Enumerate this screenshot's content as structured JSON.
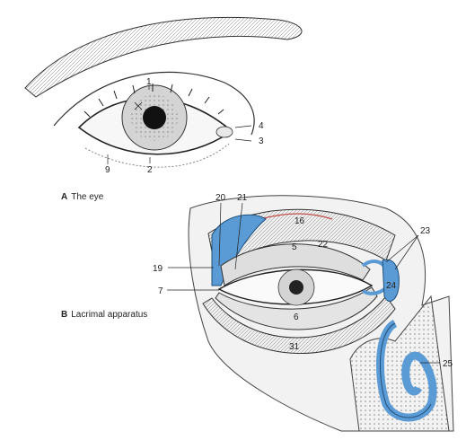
{
  "panel_a": {
    "letter": "A",
    "caption": "The eye",
    "labels": {
      "l1": "1",
      "l2": "2",
      "l3": "3",
      "l4": "4",
      "l9": "9"
    }
  },
  "panel_b": {
    "letter": "B",
    "caption": "Lacrimal apparatus",
    "labels": {
      "l5": "5",
      "l6": "6",
      "l7": "7",
      "l16": "16",
      "l19": "19",
      "l20": "20",
      "l21": "21",
      "l22": "22",
      "l23": "23",
      "l24": "24",
      "l25": "25",
      "l31": "31"
    }
  },
  "colors": {
    "lacrimal": "#5b9bd5",
    "ink": "#222222",
    "skin": "#ffffff",
    "shade": "#cfcfcf"
  }
}
